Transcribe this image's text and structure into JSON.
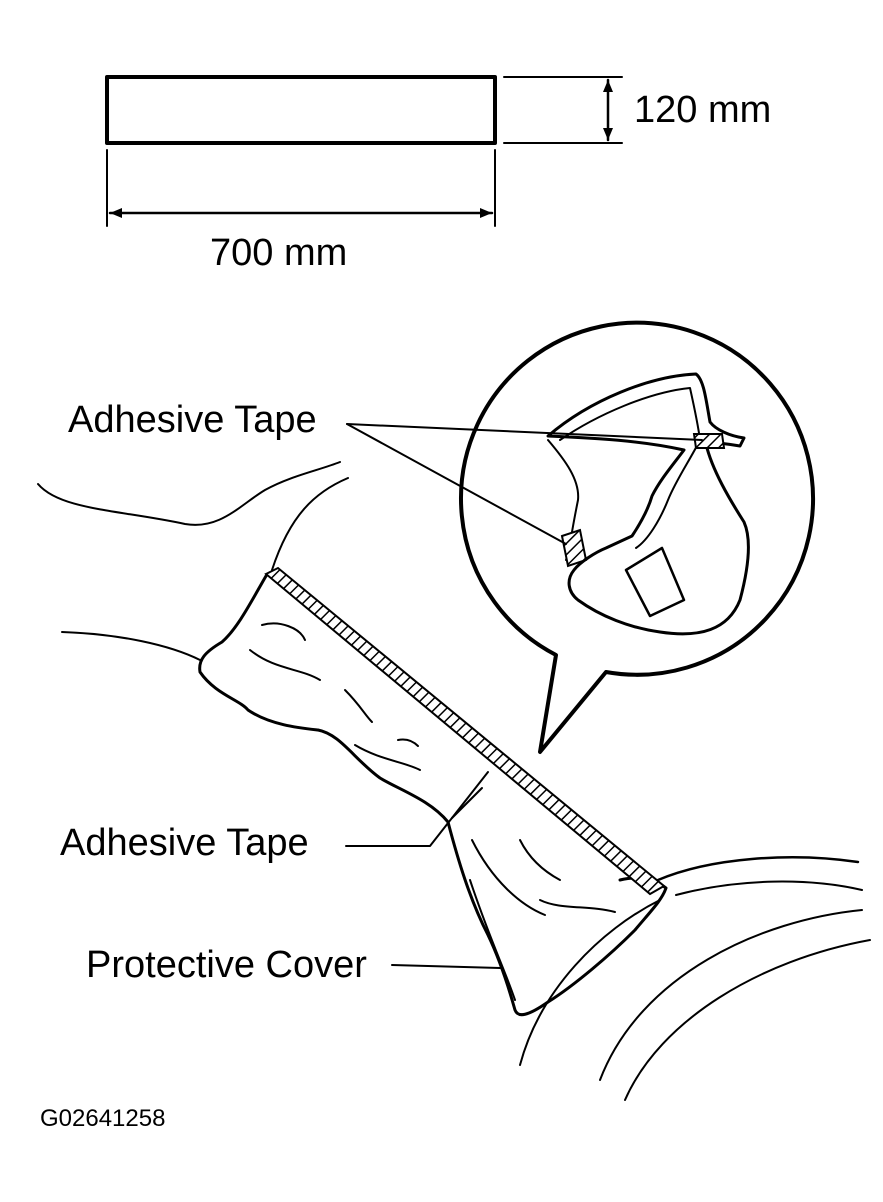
{
  "dimensions": {
    "height_label": "120 mm",
    "width_label": "700 mm"
  },
  "labels": {
    "adhesive_tape_top": "Adhesive Tape",
    "adhesive_tape_bottom": "Adhesive Tape",
    "protective_cover": "Protective Cover"
  },
  "figure_code": "G02641258"
}
